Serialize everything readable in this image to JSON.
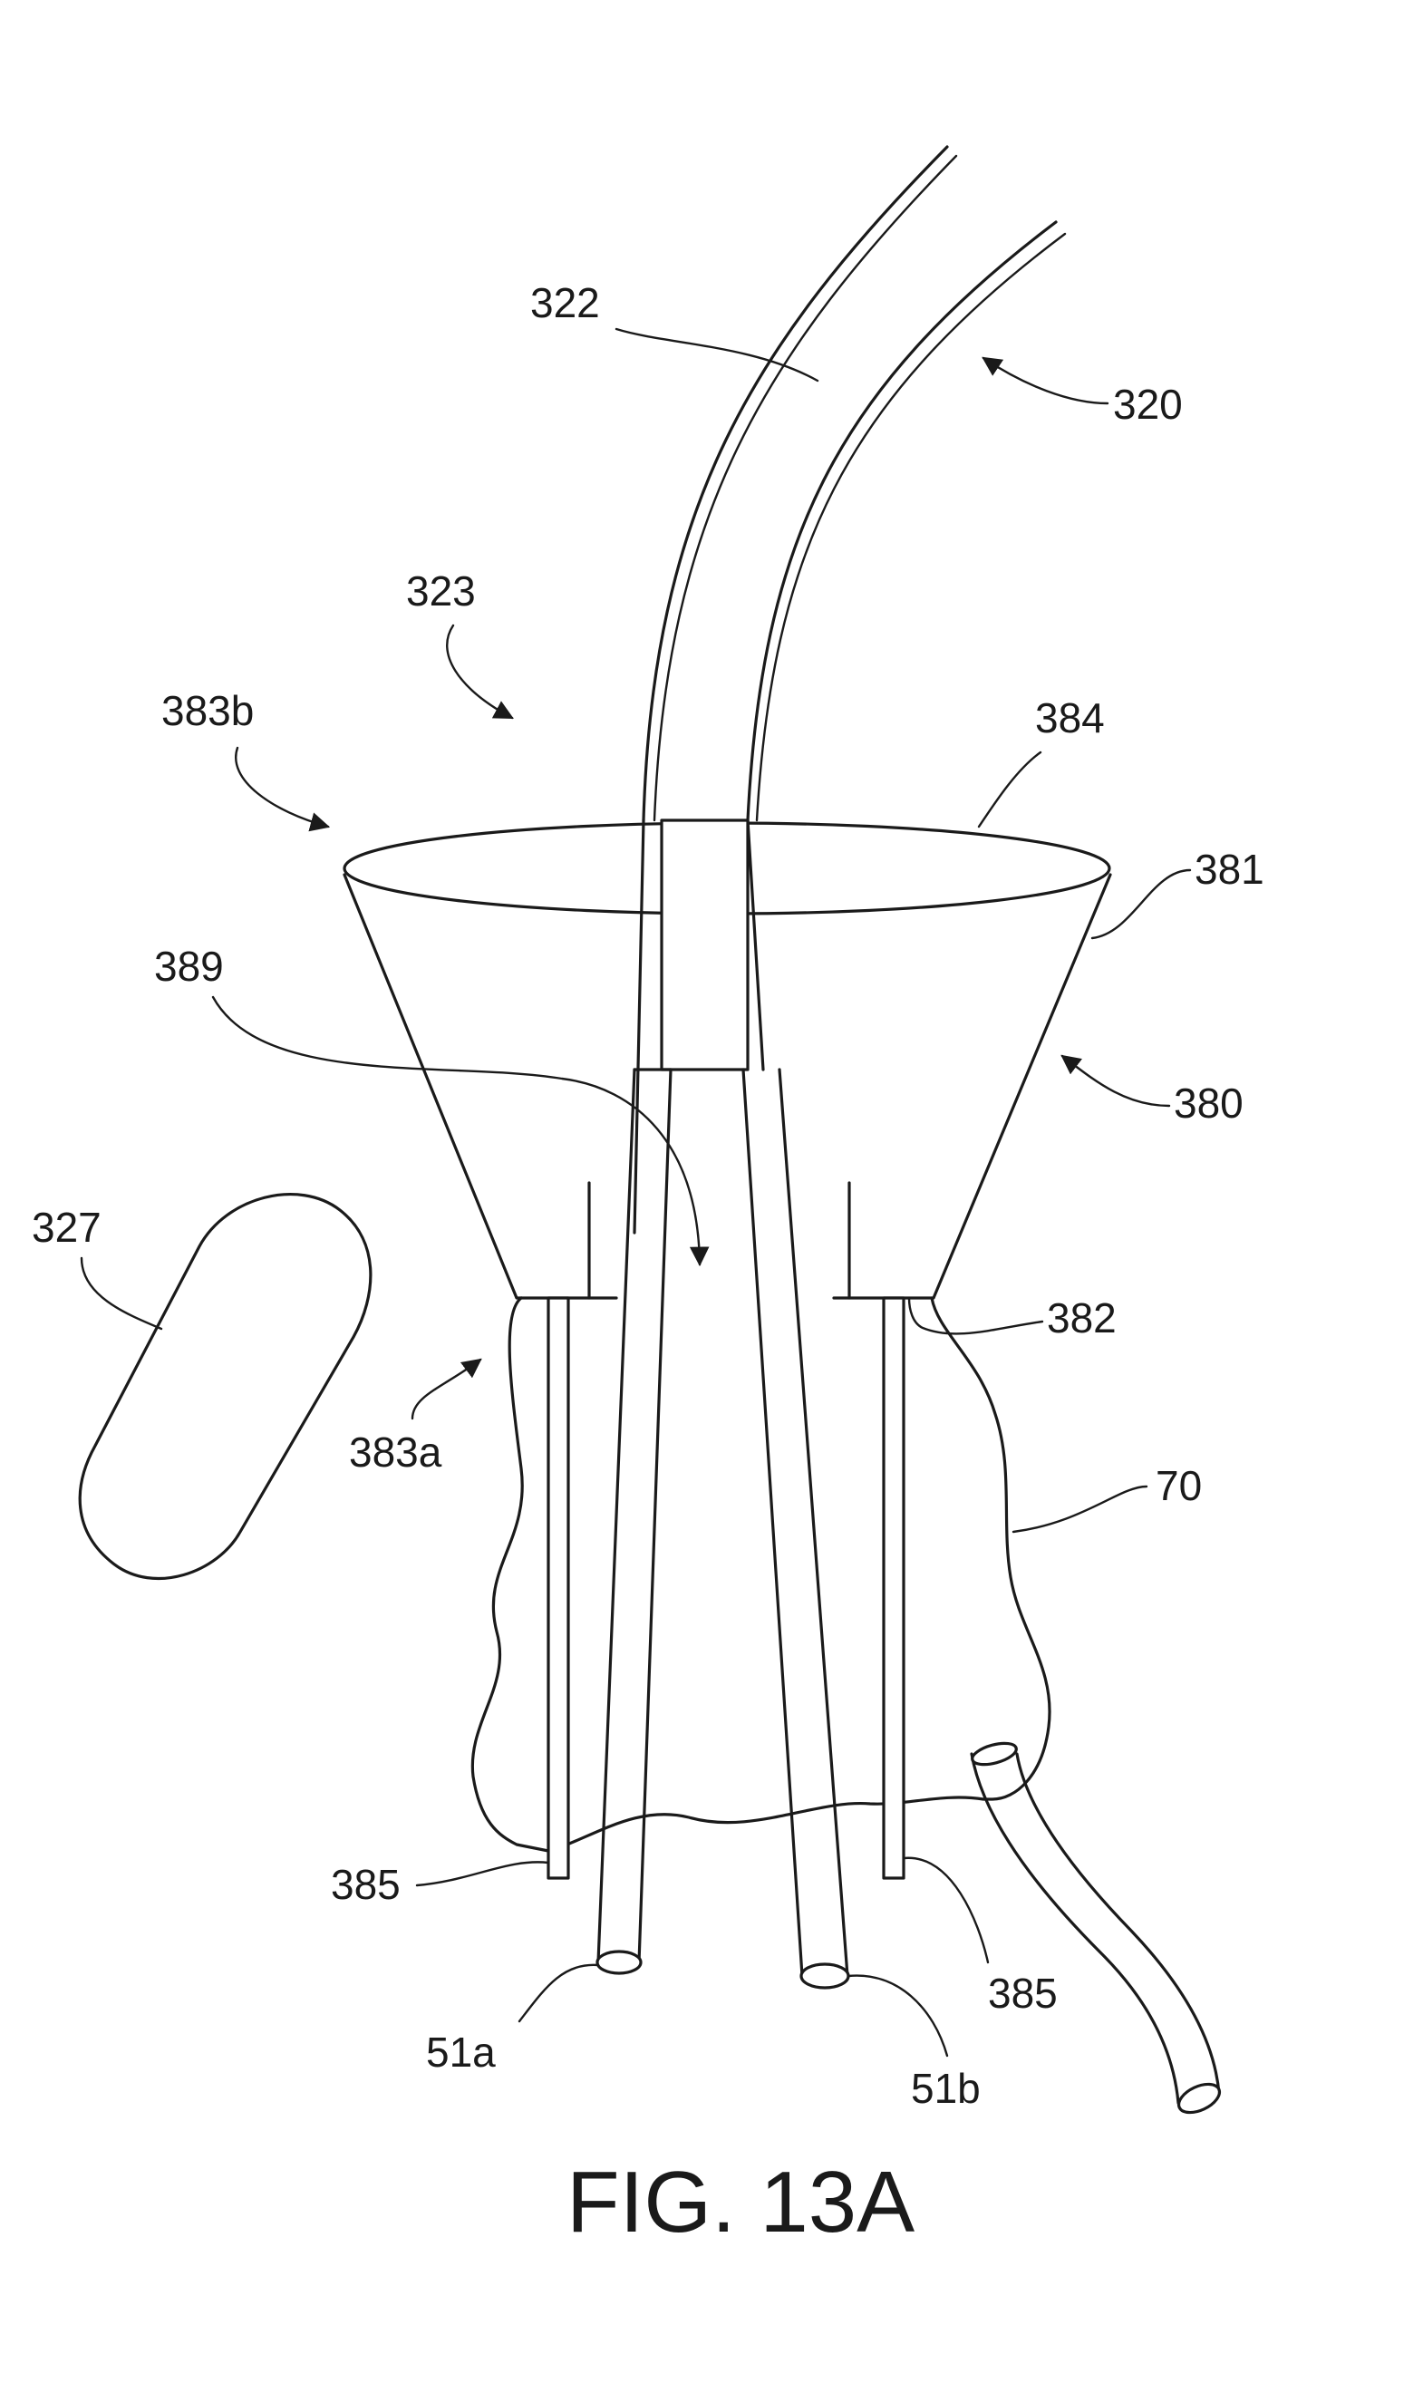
{
  "figure": {
    "caption": "FIG. 13A",
    "labels": {
      "l322": "322",
      "l320": "320",
      "l323": "323",
      "l383b": "383b",
      "l384": "384",
      "l381": "381",
      "l389": "389",
      "l380": "380",
      "l327": "327",
      "l382": "382",
      "l383a": "383a",
      "l70": "70",
      "l385_left": "385",
      "l385_right": "385",
      "l51a": "51a",
      "l51b": "51b"
    }
  }
}
